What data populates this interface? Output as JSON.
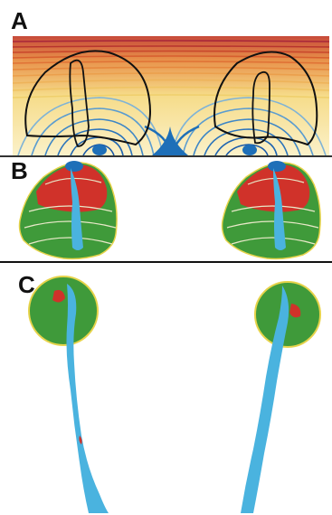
{
  "panels": [
    {
      "label": "A"
    },
    {
      "label": "B"
    },
    {
      "label": "C"
    }
  ],
  "colors": {
    "contour_warm_dark": "#c23b22",
    "contour_warm_mid": "#e07a3a",
    "contour_yellow": "#e8c85a",
    "contour_blue": "#1e6fb8",
    "background_cream": "#fbf1c9",
    "region_green": "#3f9a3a",
    "region_red": "#d0322a",
    "region_blue": "#4ab3df",
    "outline_yellow": "#e6d34a",
    "outline_black": "#111111"
  }
}
